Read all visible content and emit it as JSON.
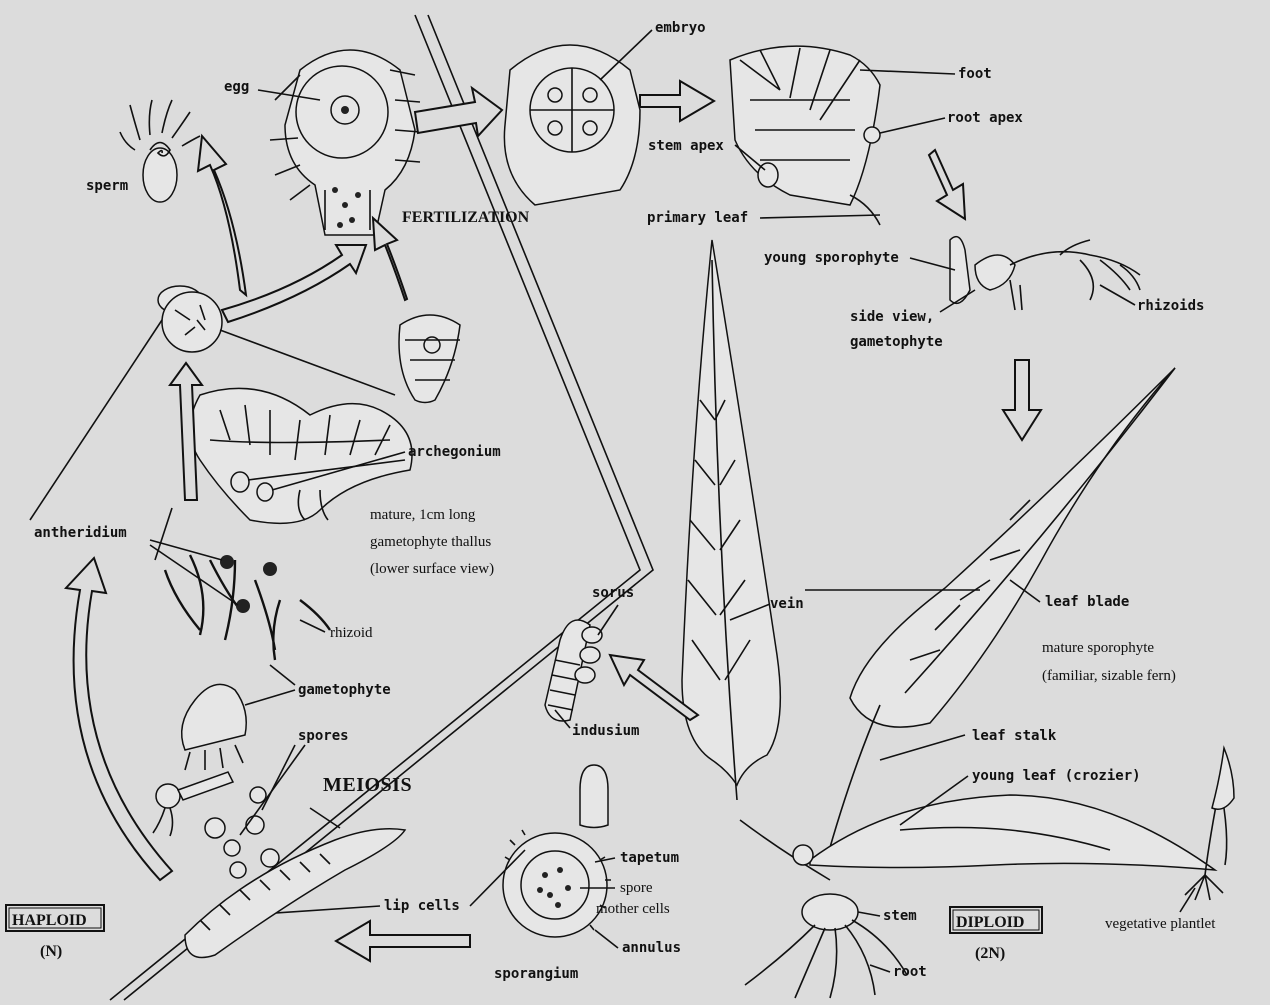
{
  "labels": {
    "sperm": "sperm",
    "egg": "egg",
    "fertilization": "FERTILIZATION",
    "embryo": "embryo",
    "foot_top": "foot",
    "root_apex": "root apex",
    "stem_apex": "stem apex",
    "primary_leaf": "primary leaf",
    "young_sporophyte": "young sporophyte",
    "side_view_1": "side view,",
    "side_view_2": "gametophyte",
    "rhizoids": "rhizoids",
    "archegonium": "archegonium",
    "thallus_1": "mature, 1cm long",
    "thallus_2": "gametophyte thallus",
    "thallus_3": "(lower surface view)",
    "antheridium": "antheridium",
    "rhizoid": "rhizoid",
    "gametophyte": "gametophyte",
    "spores": "spores",
    "meiosis": "MEIOSIS",
    "sorus": "sorus",
    "indusium": "indusium",
    "vein": "vein",
    "leaf_blade": "leaf blade",
    "mature_1": "mature sporophyte",
    "mature_2": "(familiar, sizable fern)",
    "leaf_stalk": "leaf stalk",
    "young_leaf": "young leaf (crozier)",
    "tapetum": "tapetum",
    "spore_mother_1": "spore",
    "spore_mother_2": "mother cells",
    "annulus": "annulus",
    "sporangium": "sporangium",
    "lip_cells": "lip cells",
    "stem": "stem",
    "root": "root",
    "vegetative": "vegetative plantlet",
    "haploid": "HAPLOID",
    "haploid_n": "(N)",
    "diploid": "DIPLOID",
    "diploid_n": "(2N)"
  }
}
